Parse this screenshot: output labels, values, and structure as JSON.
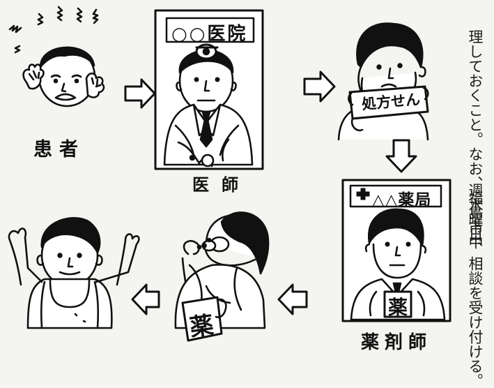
{
  "labels": {
    "patient": "患者",
    "doctor": "医師",
    "pharmacist": "薬剤師"
  },
  "signs": {
    "hospital": "○○医院",
    "pharmacy": "△△薬局",
    "prescription": "処方せん",
    "medicine_bag": "薬"
  },
  "article_columns": [
    "理しておくこと。なお、福島市中",
    "週水曜日、相談を受け付ける。"
  ]
}
